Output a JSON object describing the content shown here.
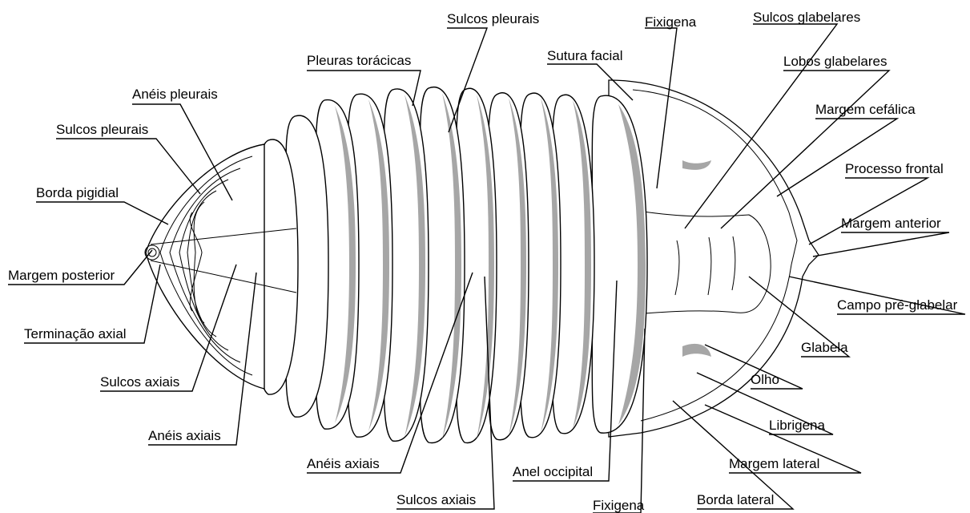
{
  "labels": {
    "sulcos_pleurais_top": "Sulcos pleurais",
    "fixigena_top": "Fixigena",
    "sulcos_glabelares": "Sulcos glabelares",
    "pleuras_toracicas": "Pleuras torácicas",
    "sutura_facial": "Sutura facial",
    "lobos_glabelares": "Lobos glabelares",
    "aneis_pleurais": "Anéis pleurais",
    "margem_cefalica": "Margem cefálica",
    "sulcos_pleurais_left": "Sulcos pleurais",
    "processo_frontal": "Processo frontal",
    "borda_pigidial": "Borda pigidial",
    "margem_anterior": "Margem anterior",
    "margem_posterior": "Margem posterior",
    "campo_pre_glabelar": "Campo pré-glabelar",
    "terminacao_axial": "Terminação axial",
    "glabela": "Glabela",
    "sulcos_axiais_left": "Sulcos axiais",
    "olho": "Olho",
    "librigena": "Librigena",
    "aneis_axiais_left": "Anéis axiais",
    "margem_lateral": "Margem lateral",
    "aneis_axiais_bottom": "Anéis axiais",
    "anel_occipital": "Anel occipital",
    "borda_lateral": "Borda lateral",
    "sulcos_axiais_bottom": "Sulcos axiais",
    "fixigena_bottom": "Fixigena"
  },
  "colors": {
    "shading": "#a6a6a6",
    "line": "#000000",
    "background": "#ffffff"
  }
}
